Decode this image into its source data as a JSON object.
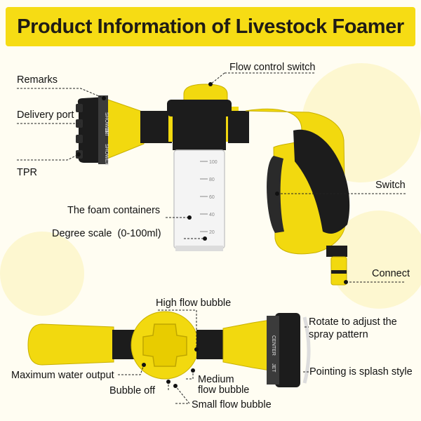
{
  "title": "Product Information of Livestock Foamer",
  "top_labels": {
    "remarks": "Remarks",
    "flow_control_switch": "Flow control switch",
    "delivery_port": "Delivery port",
    "tpr": "TPR",
    "switch": "Switch",
    "foam_containers": "The foam containers",
    "degree_scale": "Degree scale",
    "degree_scale_range": "(0-100ml)",
    "connect": "Connect"
  },
  "bottom_labels": {
    "high_flow_bubble": "High flow bubble",
    "rotate_line1": "Rotate to adjust the",
    "rotate_line2": "spray pattern",
    "maximum_water_output": "Maximum water output",
    "pointing_splash": "Pointing is splash style",
    "bubble_off": "Bubble off",
    "medium_flow_line1": "Medium",
    "medium_flow_line2": "flow bubble",
    "small_flow_bubble": "Small flow bubble"
  },
  "nozzle_text": {
    "shower": "SHOWER",
    "jet": "JET",
    "center": "CENTER"
  },
  "scale_marks": [
    "100",
    "80",
    "60",
    "40",
    "20"
  ],
  "colors": {
    "body_yellow": "#f2d90f",
    "rubber_black": "#1c1c1c",
    "banner": "#f6dc14"
  }
}
